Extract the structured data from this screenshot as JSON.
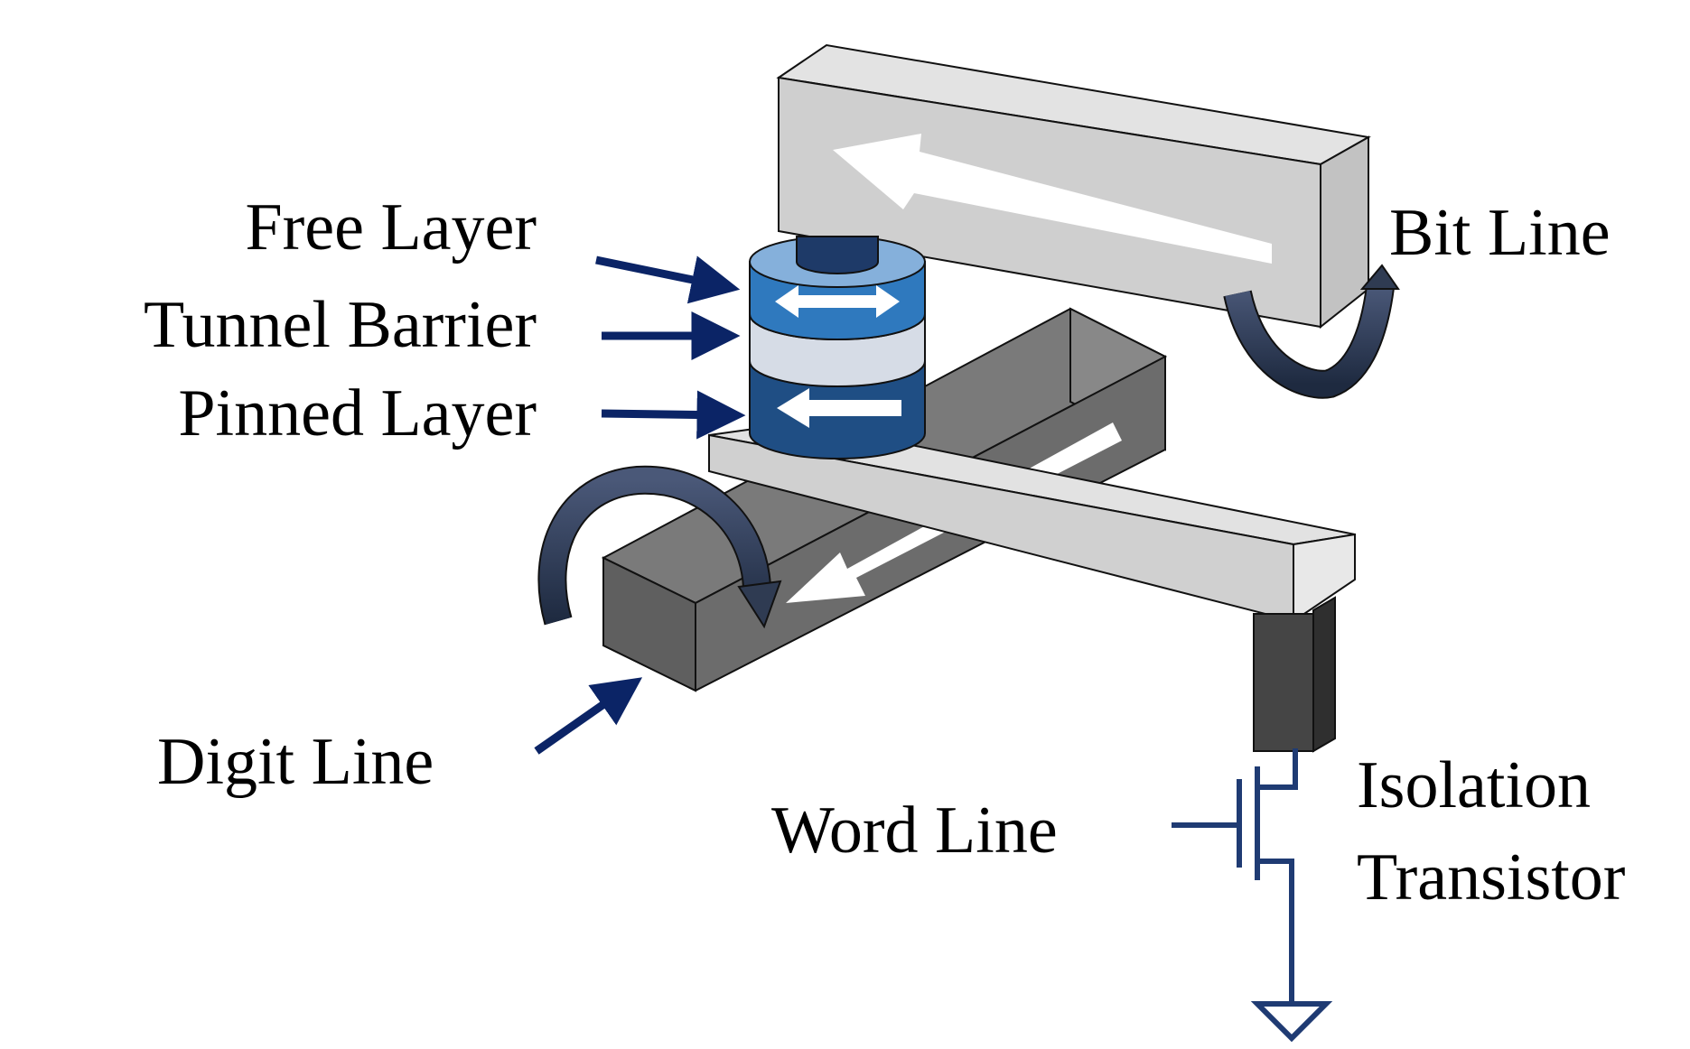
{
  "labels": {
    "free_layer": "Free Layer",
    "tunnel_barrier": "Tunnel Barrier",
    "pinned_layer": "Pinned Layer",
    "bit_line": "Bit Line",
    "digit_line": "Digit Line",
    "word_line": "Word Line",
    "isolation": "Isolation",
    "transistor": "Transistor"
  },
  "colors": {
    "arrow_navy": "#0b2466",
    "circuit_navy": "#1f3b73",
    "bit_line_front": "#cfcfcf",
    "bit_line_top": "#e3e3e3",
    "bit_line_side": "#c2c2c2",
    "digit_line_front": "#6c6c6c",
    "digit_line_top": "#7a7a7a",
    "digit_line_side": "#888888",
    "bottom_electrode": "#dcdcdc",
    "via": "#444444",
    "free_layer": "#2f79be",
    "tunnel_barrier": "#d6dce6",
    "pinned_layer": "#1f4e84",
    "top_contact": "#1e3a68",
    "field_arrow": "#2f3b52"
  }
}
